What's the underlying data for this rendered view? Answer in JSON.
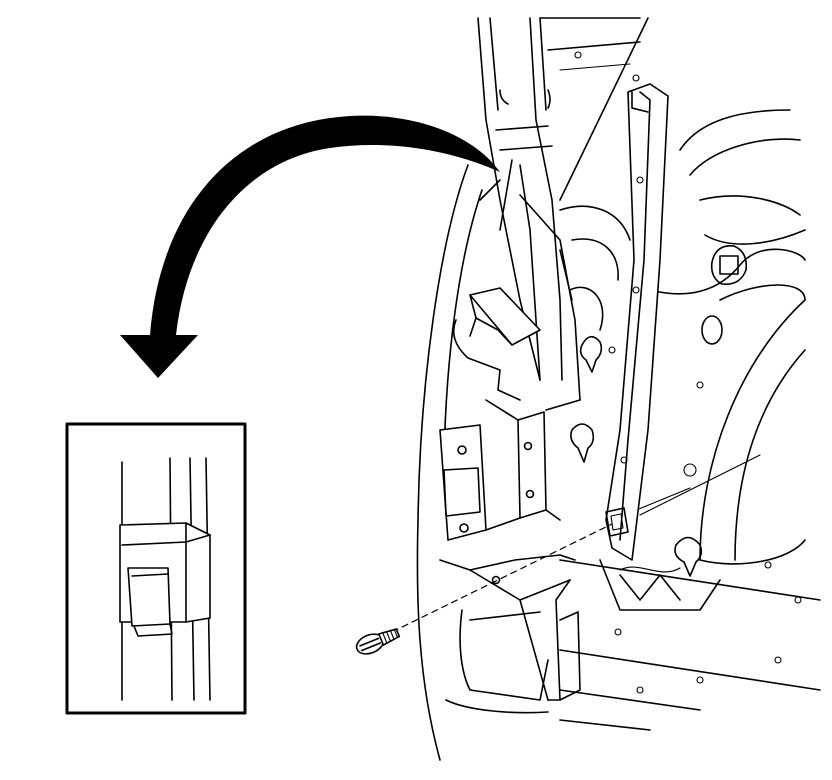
{
  "figure": {
    "type": "technical-line-illustration",
    "colors": {
      "line": "#000000",
      "background": "#ffffff"
    },
    "parts": [
      {
        "id": "b-pillar-trim",
        "kind": "trim-panel"
      },
      {
        "id": "body-side-inner-panel",
        "kind": "sheet-metal"
      },
      {
        "id": "seat-belt-webbing",
        "kind": "belt"
      },
      {
        "id": "trim-fastener",
        "kind": "screw"
      },
      {
        "id": "retainer-clip",
        "kind": "clip"
      },
      {
        "id": "detail-view-belt-guide",
        "kind": "detail-inset"
      },
      {
        "id": "callout-arrow",
        "kind": "arrow"
      }
    ]
  }
}
